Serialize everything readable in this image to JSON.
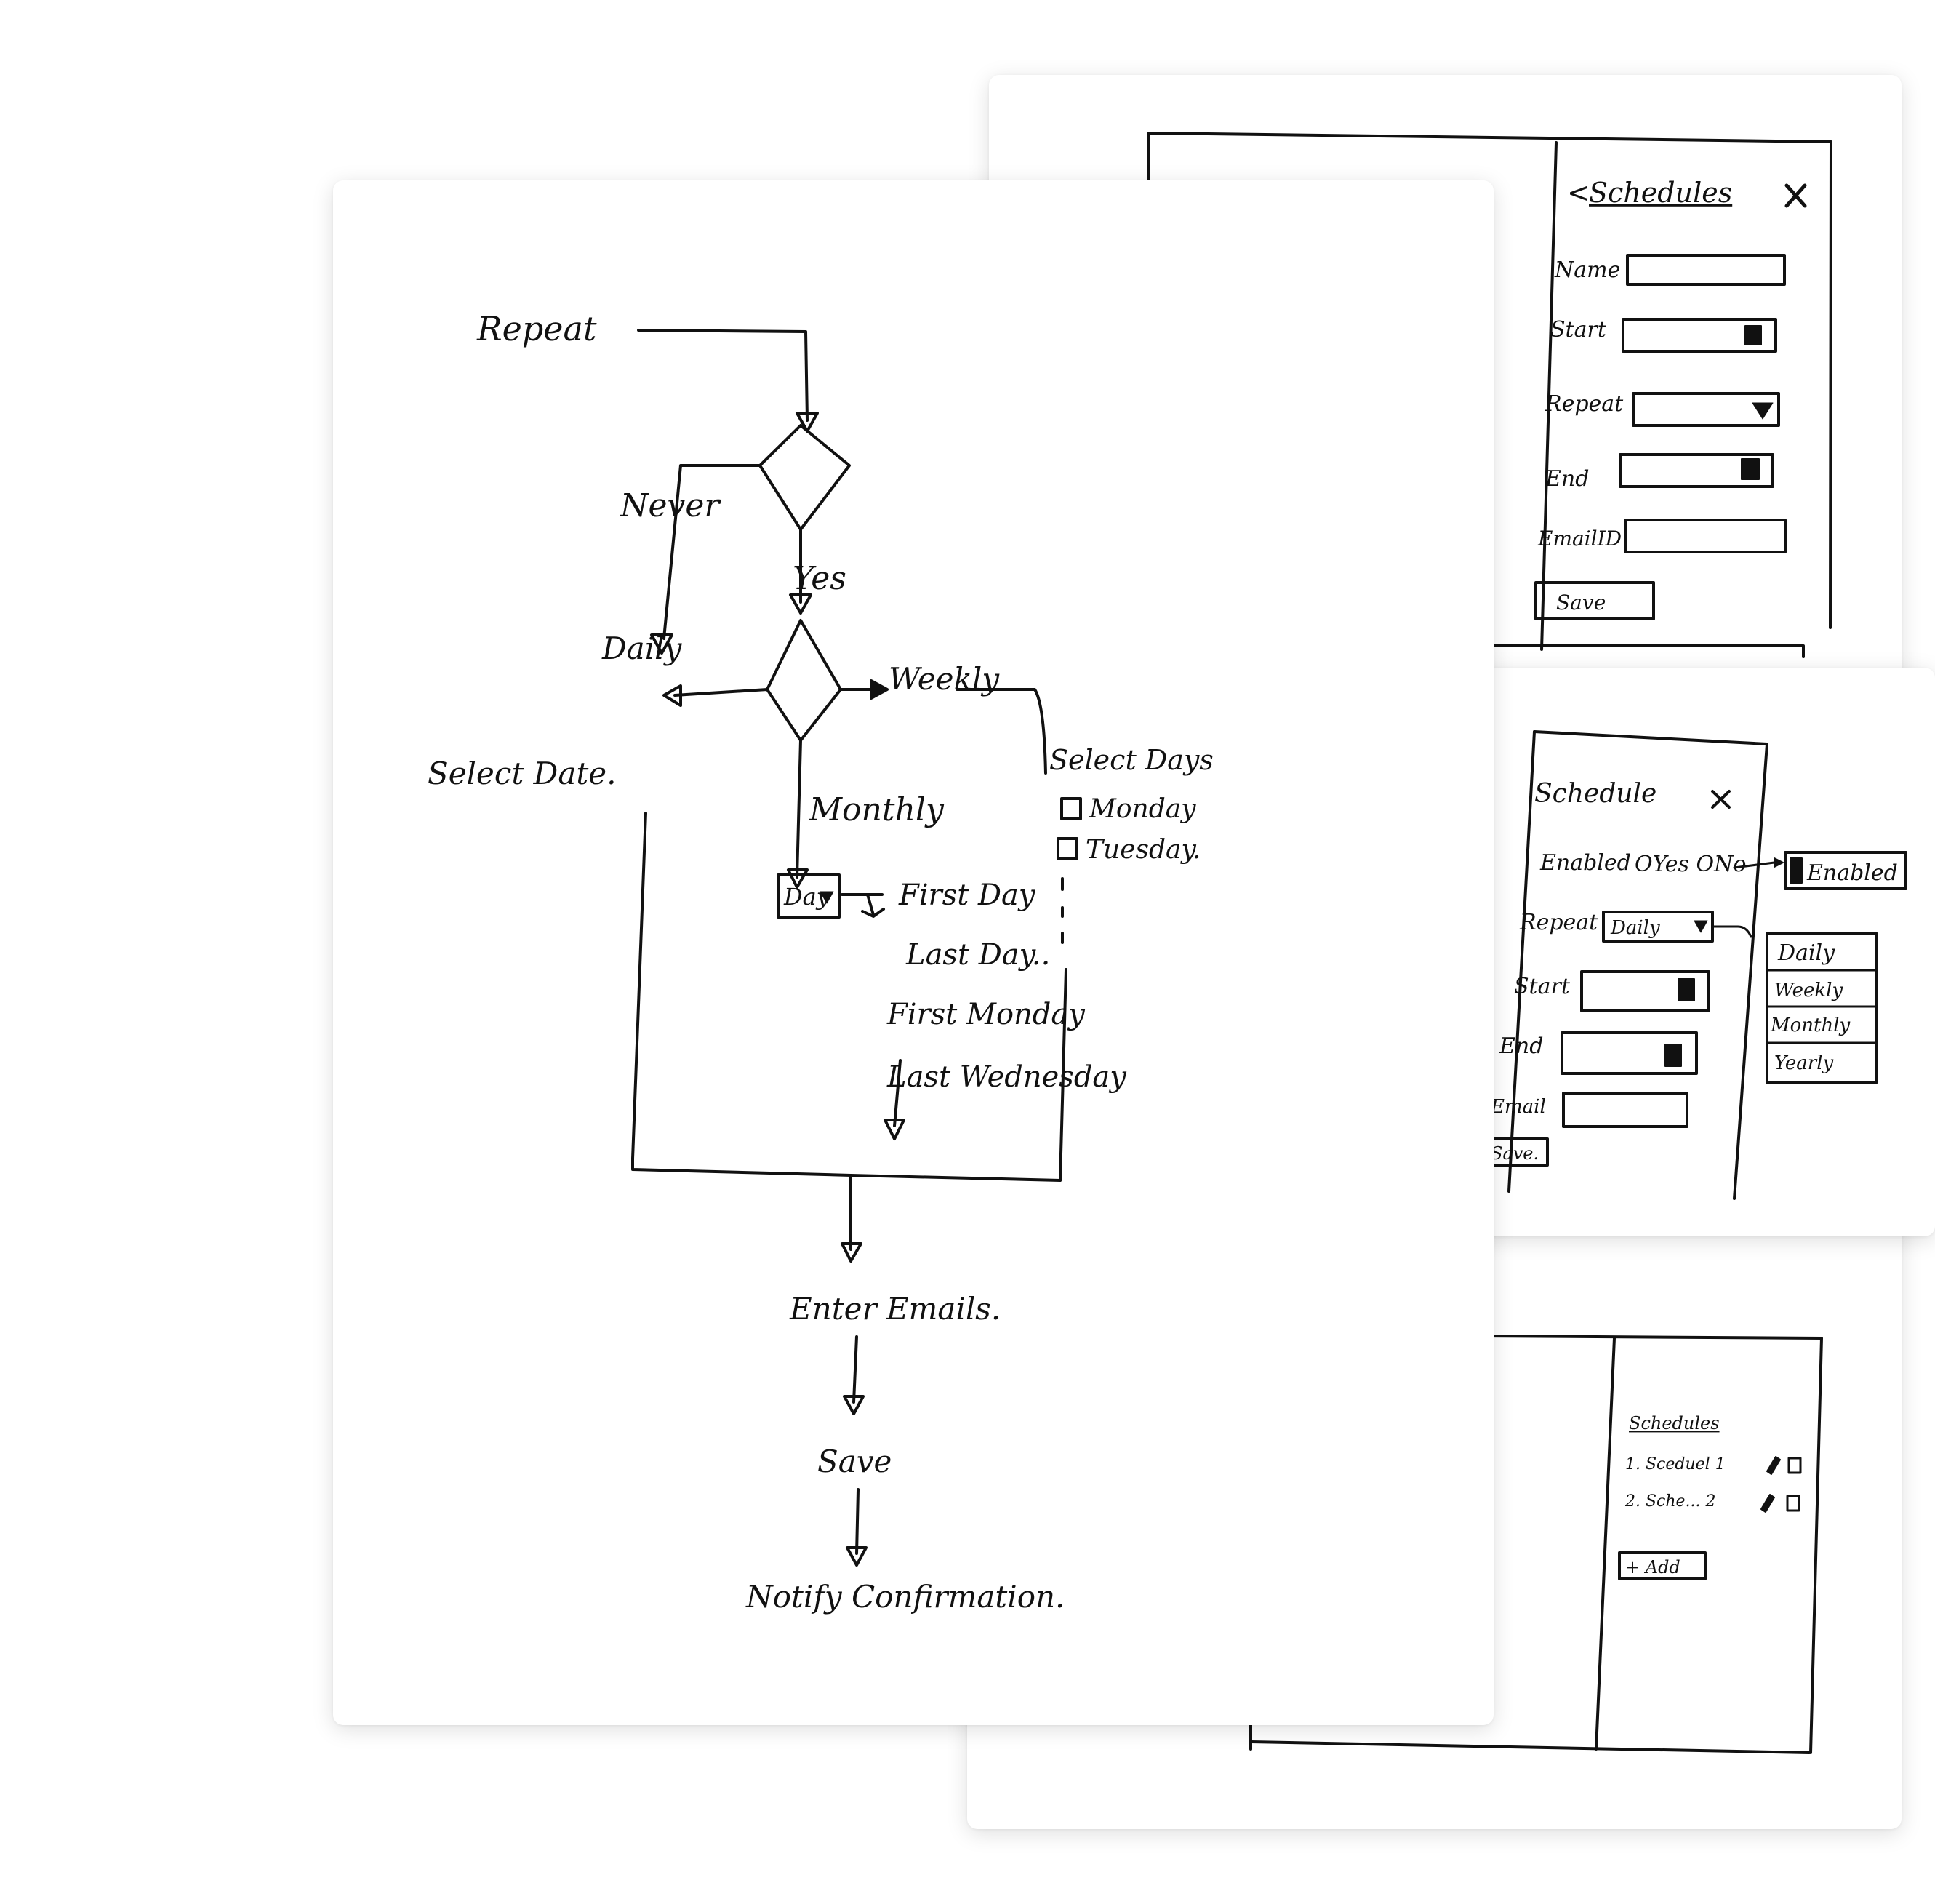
{
  "flowchart": {
    "start": "Repeat",
    "never": "Never",
    "yes": "Yes",
    "daily": "Daily",
    "weekly": "Weekly",
    "monthly": "Monthly",
    "select_date": "Select Date.",
    "select_days": "Select Days",
    "day_monday": "Monday",
    "day_tuesday": "Tuesday.",
    "dropdown": "Day",
    "month_options": [
      "First Day",
      "Last Day..",
      "First Monday",
      "Last Wednesday"
    ],
    "enter_emails": "Enter Emails.",
    "save": "Save",
    "notify": "Notify Confirmation."
  },
  "schedules_form": {
    "title": "Schedules",
    "back_icon": "chevron-left-icon",
    "close_icon": "close-icon",
    "name_label": "Name",
    "start_label": "Start",
    "repeat_label": "Repeat",
    "end_label": "End",
    "email_label": "EmailID",
    "save_label": "Save"
  },
  "schedule_form": {
    "title": "Schedule",
    "close_icon": "close-icon",
    "enabled_label": "Enabled",
    "enabled_options": "OYes ONo",
    "enabled_result": "Enabled",
    "repeat_label": "Repeat",
    "repeat_value": "Daily",
    "repeat_options": [
      "Daily",
      "Weekly",
      "Monthly",
      "Yearly"
    ],
    "start_label": "Start",
    "end_label": "End",
    "email_label": "Email",
    "save_label": "Save."
  },
  "schedules_list": {
    "title": "Schedules",
    "items": [
      "1. Sceduel 1",
      "2. Sche... 2"
    ],
    "add_label": "+ Add",
    "edit_icon": "pencil-icon",
    "delete_icon": "trash-icon"
  }
}
